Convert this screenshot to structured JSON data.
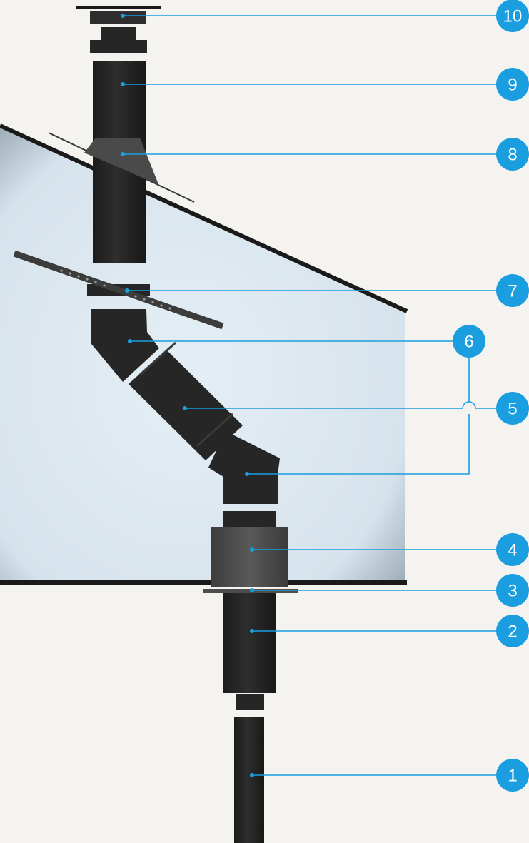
{
  "colors": {
    "background": "#f5f3ef",
    "room_fill": "#dde9f1",
    "room_edge": "#8a9aa6",
    "roof_line": "#1a1a1a",
    "pipe": "#262626",
    "pipe_band": "#3a3a3a",
    "wall_sleeve": "#4a4a4a",
    "callout": "#1a9ee0",
    "callout_text": "#ffffff"
  },
  "callouts": [
    {
      "id": "10",
      "label": "10"
    },
    {
      "id": "9",
      "label": "9"
    },
    {
      "id": "8",
      "label": "8"
    },
    {
      "id": "7",
      "label": "7"
    },
    {
      "id": "6",
      "label": "6"
    },
    {
      "id": "5",
      "label": "5"
    },
    {
      "id": "4",
      "label": "4"
    },
    {
      "id": "3",
      "label": "3"
    },
    {
      "id": "2",
      "label": "2"
    },
    {
      "id": "1",
      "label": "1"
    }
  ]
}
